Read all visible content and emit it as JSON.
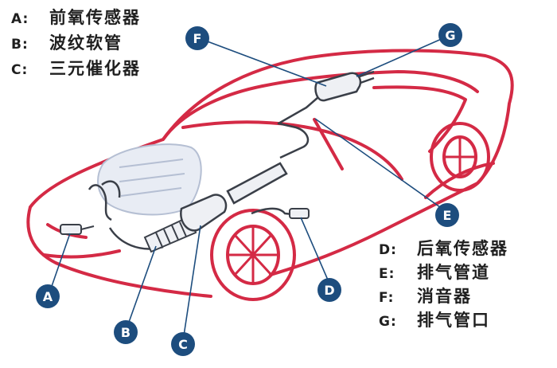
{
  "legend_top": [
    {
      "key": "A:",
      "text": "前氧传感器"
    },
    {
      "key": "B:",
      "text": "波纹软管"
    },
    {
      "key": "C:",
      "text": "三元催化器"
    }
  ],
  "legend_bottom": [
    {
      "key": "D:",
      "text": "后氧传感器"
    },
    {
      "key": "E:",
      "text": "排气管道"
    },
    {
      "key": "F:",
      "text": "消音器"
    },
    {
      "key": "G:",
      "text": "排气管口"
    }
  ],
  "callouts": {
    "a": "A",
    "b": "B",
    "c": "C",
    "d": "D",
    "e": "E",
    "f": "F",
    "g": "G"
  },
  "colors": {
    "car_outline": "#d42a45",
    "exhaust_fill": "#eef0f4",
    "exhaust_stroke": "#3a3f48",
    "callout": "#1d4d7e",
    "leader": "#1d4d7e"
  }
}
